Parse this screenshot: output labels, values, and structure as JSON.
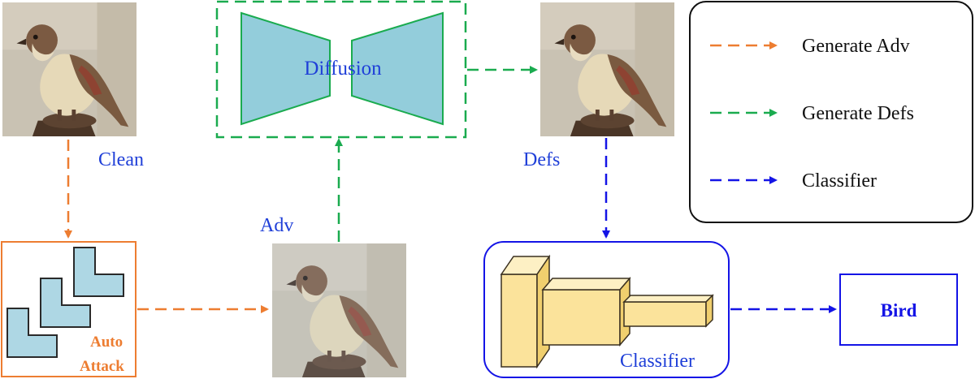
{
  "labels": {
    "clean": "Clean",
    "adv": "Adv",
    "defs": "Defs",
    "diffusion": "Diffusion",
    "auto_attack_line1": "Auto",
    "auto_attack_line2": "Attack",
    "classifier": "Classifier",
    "output": "Bird"
  },
  "legend": {
    "items": [
      {
        "label": "Generate Adv",
        "color": "#ed7d31"
      },
      {
        "label": "Generate Defs",
        "color": "#1aab4f"
      },
      {
        "label": "Classifier",
        "color": "#1414e6"
      }
    ]
  },
  "images": {
    "clean": "bird-photo",
    "adv": "bird-photo-adversarial",
    "defs": "bird-photo-purified"
  },
  "colors": {
    "orange": "#ed7d31",
    "green": "#1aab4f",
    "blue": "#1414e6",
    "label_blue": "#1f3fd8",
    "teal_fill": "#93cddb",
    "block_light": "#aed7e4",
    "cube_fill": "#fbe39b",
    "cube_stroke": "#3a3020"
  }
}
